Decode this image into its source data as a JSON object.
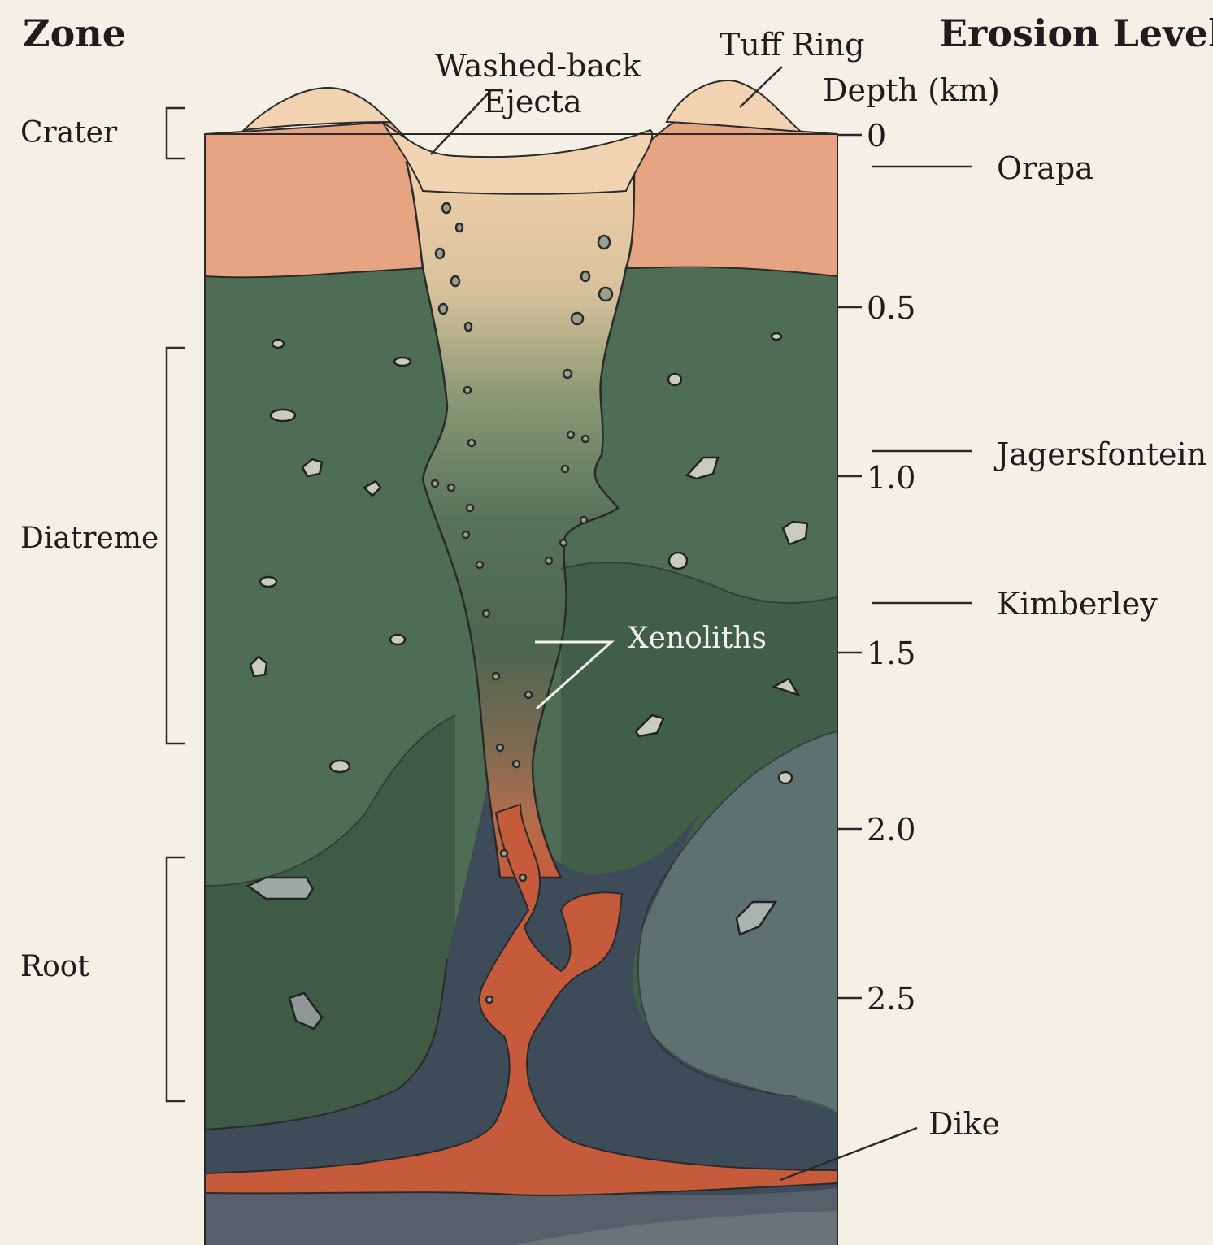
{
  "headings": {
    "zone": "Zone",
    "erosion_level": "Erosion Level",
    "depth": "Depth (km)"
  },
  "zones": [
    {
      "name": "crater",
      "label": "Crater"
    },
    {
      "name": "diatreme",
      "label": "Diatreme"
    },
    {
      "name": "root",
      "label": "Root"
    }
  ],
  "callouts": {
    "washed_back_ejecta": [
      "Washed-back",
      "Ejecta"
    ],
    "tuff_ring": "Tuff Ring",
    "xenoliths": "Xenoliths",
    "dike": "Dike"
  },
  "depth_ticks": [
    "0",
    "0.5",
    "1.0",
    "1.5",
    "2.0",
    "2.5"
  ],
  "erosion_levels": [
    "Orapa",
    "Jagersfontein",
    "Kimberley"
  ],
  "colors": {
    "background": "#f4f0e6",
    "crater_rock": "#e6a482",
    "tuff": "#f1d3b1",
    "diatreme_green": "#4e6d54",
    "dark_green": "#3f5c46",
    "basement_blue": "#3e4b59",
    "slate": "#5f7070",
    "magma": "#c65b3c"
  }
}
